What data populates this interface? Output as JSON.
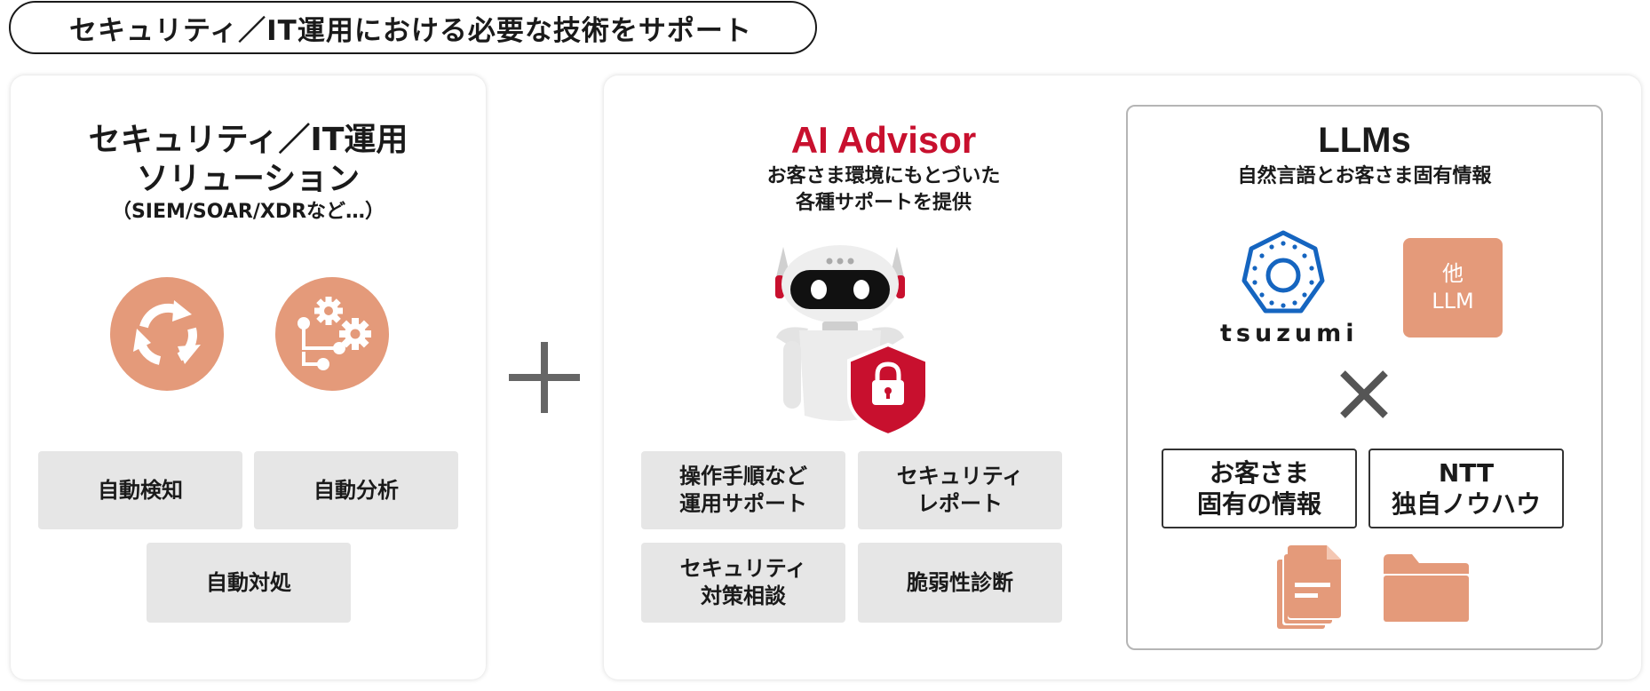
{
  "header": {
    "title": "セキュリティ／IT運用における必要な技術をサポート"
  },
  "left_card": {
    "title_line1": "セキュリティ／IT運用",
    "title_line2": "ソリューション",
    "subtitle": "（SIEM/SOAR/XDRなど…）",
    "icons": [
      "cycle-arrows-icon",
      "gears-workflow-icon"
    ],
    "tiles": [
      "自動検知",
      "自動分析",
      "自動対処"
    ]
  },
  "connector": {
    "icon": "plus-icon"
  },
  "ai_advisor": {
    "title": "AI Advisor",
    "subtitle_line1": "お客さま環境にもとづいた",
    "subtitle_line2": "各種サポートを提供",
    "icons": [
      "robot-icon",
      "shield-lock-icon"
    ],
    "tiles": [
      {
        "line1": "操作手順など",
        "line2": "運用サポート"
      },
      {
        "line1": "セキュリティ",
        "line2": "レポート"
      },
      {
        "line1": "セキュリティ",
        "line2": "対策相談"
      },
      {
        "line1": "脆弱性診断",
        "line2": ""
      }
    ]
  },
  "llms": {
    "title": "LLMs",
    "subtitle": "自然言語とお客さま固有情報",
    "tsuzumi_label": "tsuzumi",
    "other_llm_line1": "他",
    "other_llm_line2": "LLM",
    "cross_icon": "cross-icon",
    "tiles": [
      {
        "line1": "お客さま",
        "line2": "固有の情報"
      },
      {
        "line1": "NTT",
        "line2": "独自ノウハウ"
      }
    ],
    "bottom_icons": [
      "documents-icon",
      "folder-icon"
    ]
  },
  "colors": {
    "accent_red": "#c8102e",
    "salmon": "#e49a7a",
    "tsuzumi_blue": "#1565c0",
    "tile_gray": "#e6e6e6"
  }
}
